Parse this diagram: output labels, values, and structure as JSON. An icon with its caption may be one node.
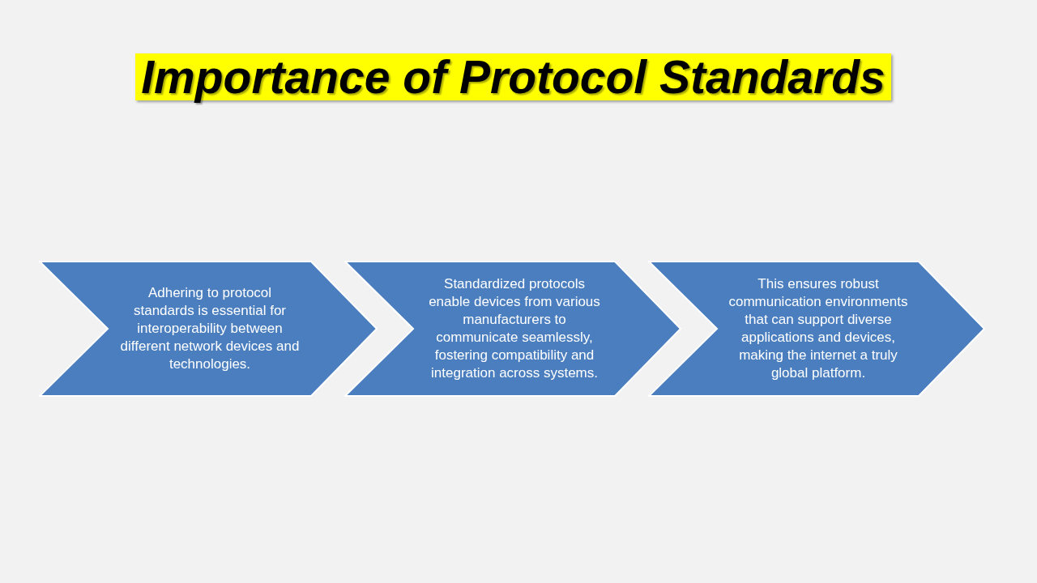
{
  "diagram": {
    "title": "Importance of Protocol Standards",
    "nodes": [
      {
        "text": [
          "Adhering to protocol standards is essential for interoperability between different network devices and technologies."
        ]
      },
      {
        "text": [
          "Standardized protocols enable devices from various manufacturers to communicate seamlessly, fostering compatibility and integration across systems."
        ]
      },
      {
        "text": [
          "This ensures robust communication environments that can support diverse applications and devices, making the internet a truly global platform."
        ]
      }
    ]
  }
}
